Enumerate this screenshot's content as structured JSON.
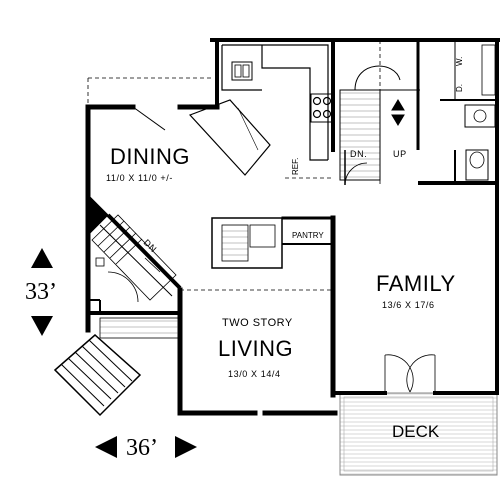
{
  "rooms": {
    "dining": {
      "name": "DINING",
      "size": "11/0 X 11/0 +/-"
    },
    "living": {
      "note": "TWO STORY",
      "name": "LIVING",
      "size": "13/0 X 14/4"
    },
    "family": {
      "name": "FAMILY",
      "size": "13/6 X 17/6"
    },
    "deck": {
      "name": "DECK"
    }
  },
  "labels": {
    "pantry": "PANTRY",
    "ref": "REF.",
    "stair_dn": "DN.",
    "stair_up": "UP",
    "entry_dn": "DN",
    "washer": "W.",
    "dryer": "D."
  },
  "dimensions": {
    "depth": "33’",
    "width": "36’"
  }
}
